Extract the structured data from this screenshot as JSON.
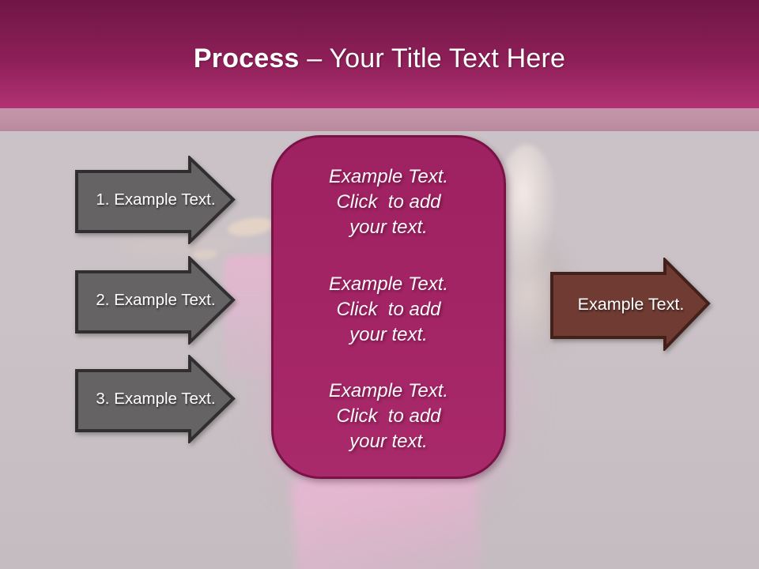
{
  "slide": {
    "title": {
      "bold": "Process",
      "rest": "– Your Title Text Here"
    },
    "left_arrows": [
      {
        "label": "1. Example Text."
      },
      {
        "label": "2. Example Text."
      },
      {
        "label": "3. Example Text."
      }
    ],
    "center_box": {
      "blocks": [
        "Example Text.\nClick  to add\nyour text.",
        "Example Text.\nClick  to add\nyour text.",
        "Example Text.\nClick  to add\nyour text."
      ]
    },
    "right_arrow": {
      "label": "Example Text."
    },
    "colors": {
      "banner_top": "#6f1646",
      "banner_bottom": "#b23273",
      "stripe": "#c596a8",
      "background": "#cac2c6",
      "gray_arrow_fill": "#666364",
      "gray_arrow_outline": "#302e2f",
      "maroon_arrow_fill": "#6f3b33",
      "maroon_arrow_outline": "#44201a",
      "center_box_fill": "#a42566",
      "center_box_border": "#7a1246",
      "text": "#ffffff"
    }
  }
}
